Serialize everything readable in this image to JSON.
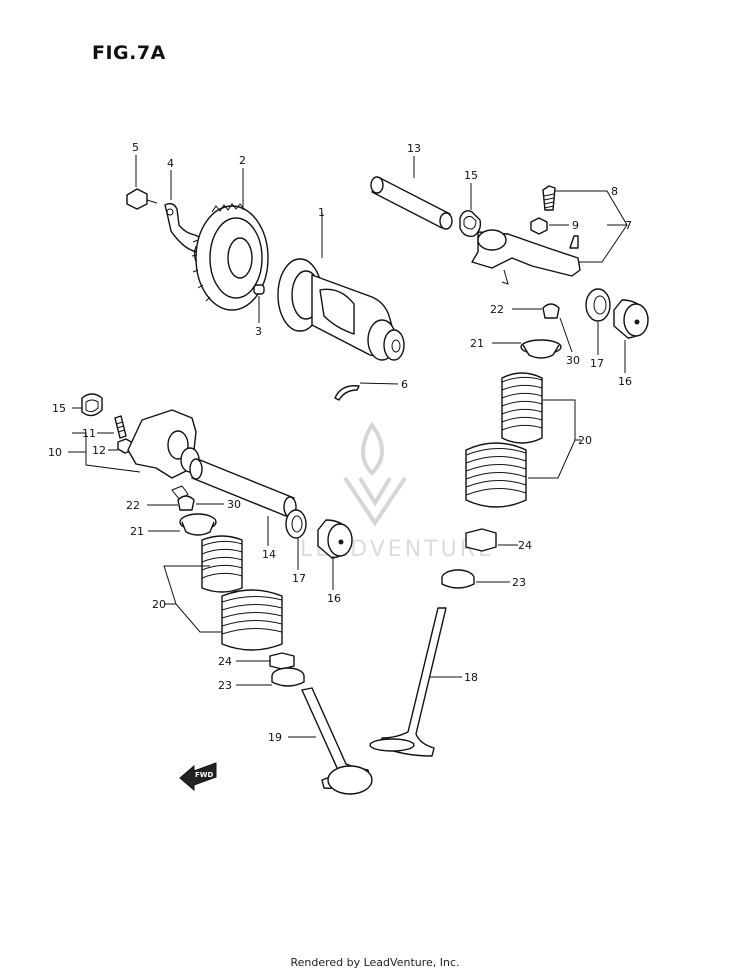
{
  "figure": {
    "title": "FIG.7A"
  },
  "watermark": {
    "text": "LEADVENTURE",
    "color": "#d6d6d6"
  },
  "footer": {
    "text": "Rendered by LeadVenture, Inc."
  },
  "callouts": {
    "c1": "1",
    "c2": "2",
    "c3": "3",
    "c4": "4",
    "c5": "5",
    "c6": "6",
    "c7": "7",
    "c8": "8",
    "c9": "9",
    "c10": "10",
    "c11": "11",
    "c12": "12",
    "c13": "13",
    "c14": "14",
    "c15a": "15",
    "c15b": "15",
    "c16a": "16",
    "c16b": "16",
    "c17a": "17",
    "c17b": "17",
    "c18": "18",
    "c19": "19",
    "c20a": "20",
    "c20b": "20",
    "c21a": "21",
    "c21b": "21",
    "c22a": "22",
    "c22b": "22",
    "c23a": "23",
    "c23b": "23",
    "c24a": "24",
    "c24b": "24",
    "c30a": "30",
    "c30b": "30"
  },
  "fwd_label": "FWD"
}
